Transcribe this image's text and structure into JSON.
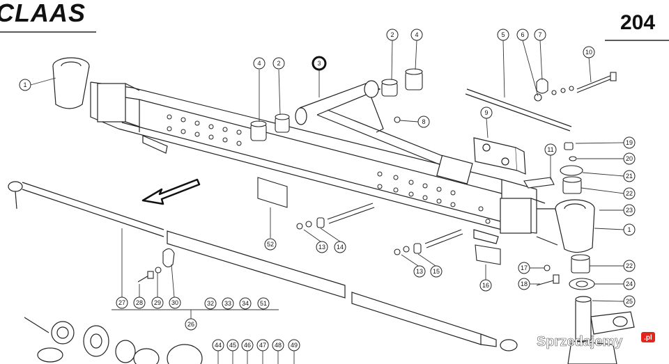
{
  "header": {
    "brand": "CLAAS",
    "page_number": "204"
  },
  "watermark": {
    "site": "Sprzedajemy",
    "tld": ".pl"
  },
  "callouts": [
    {
      "id": "c-1a",
      "label": "1"
    },
    {
      "id": "c-1b",
      "label": "1"
    },
    {
      "id": "c-2a",
      "label": "2"
    },
    {
      "id": "c-2b",
      "label": "2"
    },
    {
      "id": "c-3",
      "label": "3"
    },
    {
      "id": "c-4a",
      "label": "4"
    },
    {
      "id": "c-4b",
      "label": "4"
    },
    {
      "id": "c-5",
      "label": "5"
    },
    {
      "id": "c-6",
      "label": "6"
    },
    {
      "id": "c-7",
      "label": "7"
    },
    {
      "id": "c-8",
      "label": "8"
    },
    {
      "id": "c-9",
      "label": "9"
    },
    {
      "id": "c-10",
      "label": "10"
    },
    {
      "id": "c-11",
      "label": "11"
    },
    {
      "id": "c-13a",
      "label": "13"
    },
    {
      "id": "c-13b",
      "label": "13"
    },
    {
      "id": "c-14",
      "label": "14"
    },
    {
      "id": "c-15",
      "label": "15"
    },
    {
      "id": "c-16",
      "label": "16"
    },
    {
      "id": "c-17",
      "label": "17"
    },
    {
      "id": "c-18",
      "label": "18"
    },
    {
      "id": "c-19",
      "label": "19"
    },
    {
      "id": "c-20",
      "label": "20"
    },
    {
      "id": "c-21",
      "label": "21"
    },
    {
      "id": "c-22a",
      "label": "22"
    },
    {
      "id": "c-22b",
      "label": "22"
    },
    {
      "id": "c-23",
      "label": "23"
    },
    {
      "id": "c-24",
      "label": "24"
    },
    {
      "id": "c-25",
      "label": "25"
    },
    {
      "id": "c-26",
      "label": "26"
    },
    {
      "id": "c-27",
      "label": "27"
    },
    {
      "id": "c-28",
      "label": "28"
    },
    {
      "id": "c-29",
      "label": "29"
    },
    {
      "id": "c-30",
      "label": "30"
    },
    {
      "id": "c-32",
      "label": "32"
    },
    {
      "id": "c-33",
      "label": "33"
    },
    {
      "id": "c-34",
      "label": "34"
    },
    {
      "id": "c-51",
      "label": "51"
    },
    {
      "id": "c-44",
      "label": "44"
    },
    {
      "id": "c-45",
      "label": "45"
    },
    {
      "id": "c-46",
      "label": "46"
    },
    {
      "id": "c-47",
      "label": "47"
    },
    {
      "id": "c-48",
      "label": "48"
    },
    {
      "id": "c-49",
      "label": "49"
    },
    {
      "id": "c-52",
      "label": "52"
    }
  ]
}
